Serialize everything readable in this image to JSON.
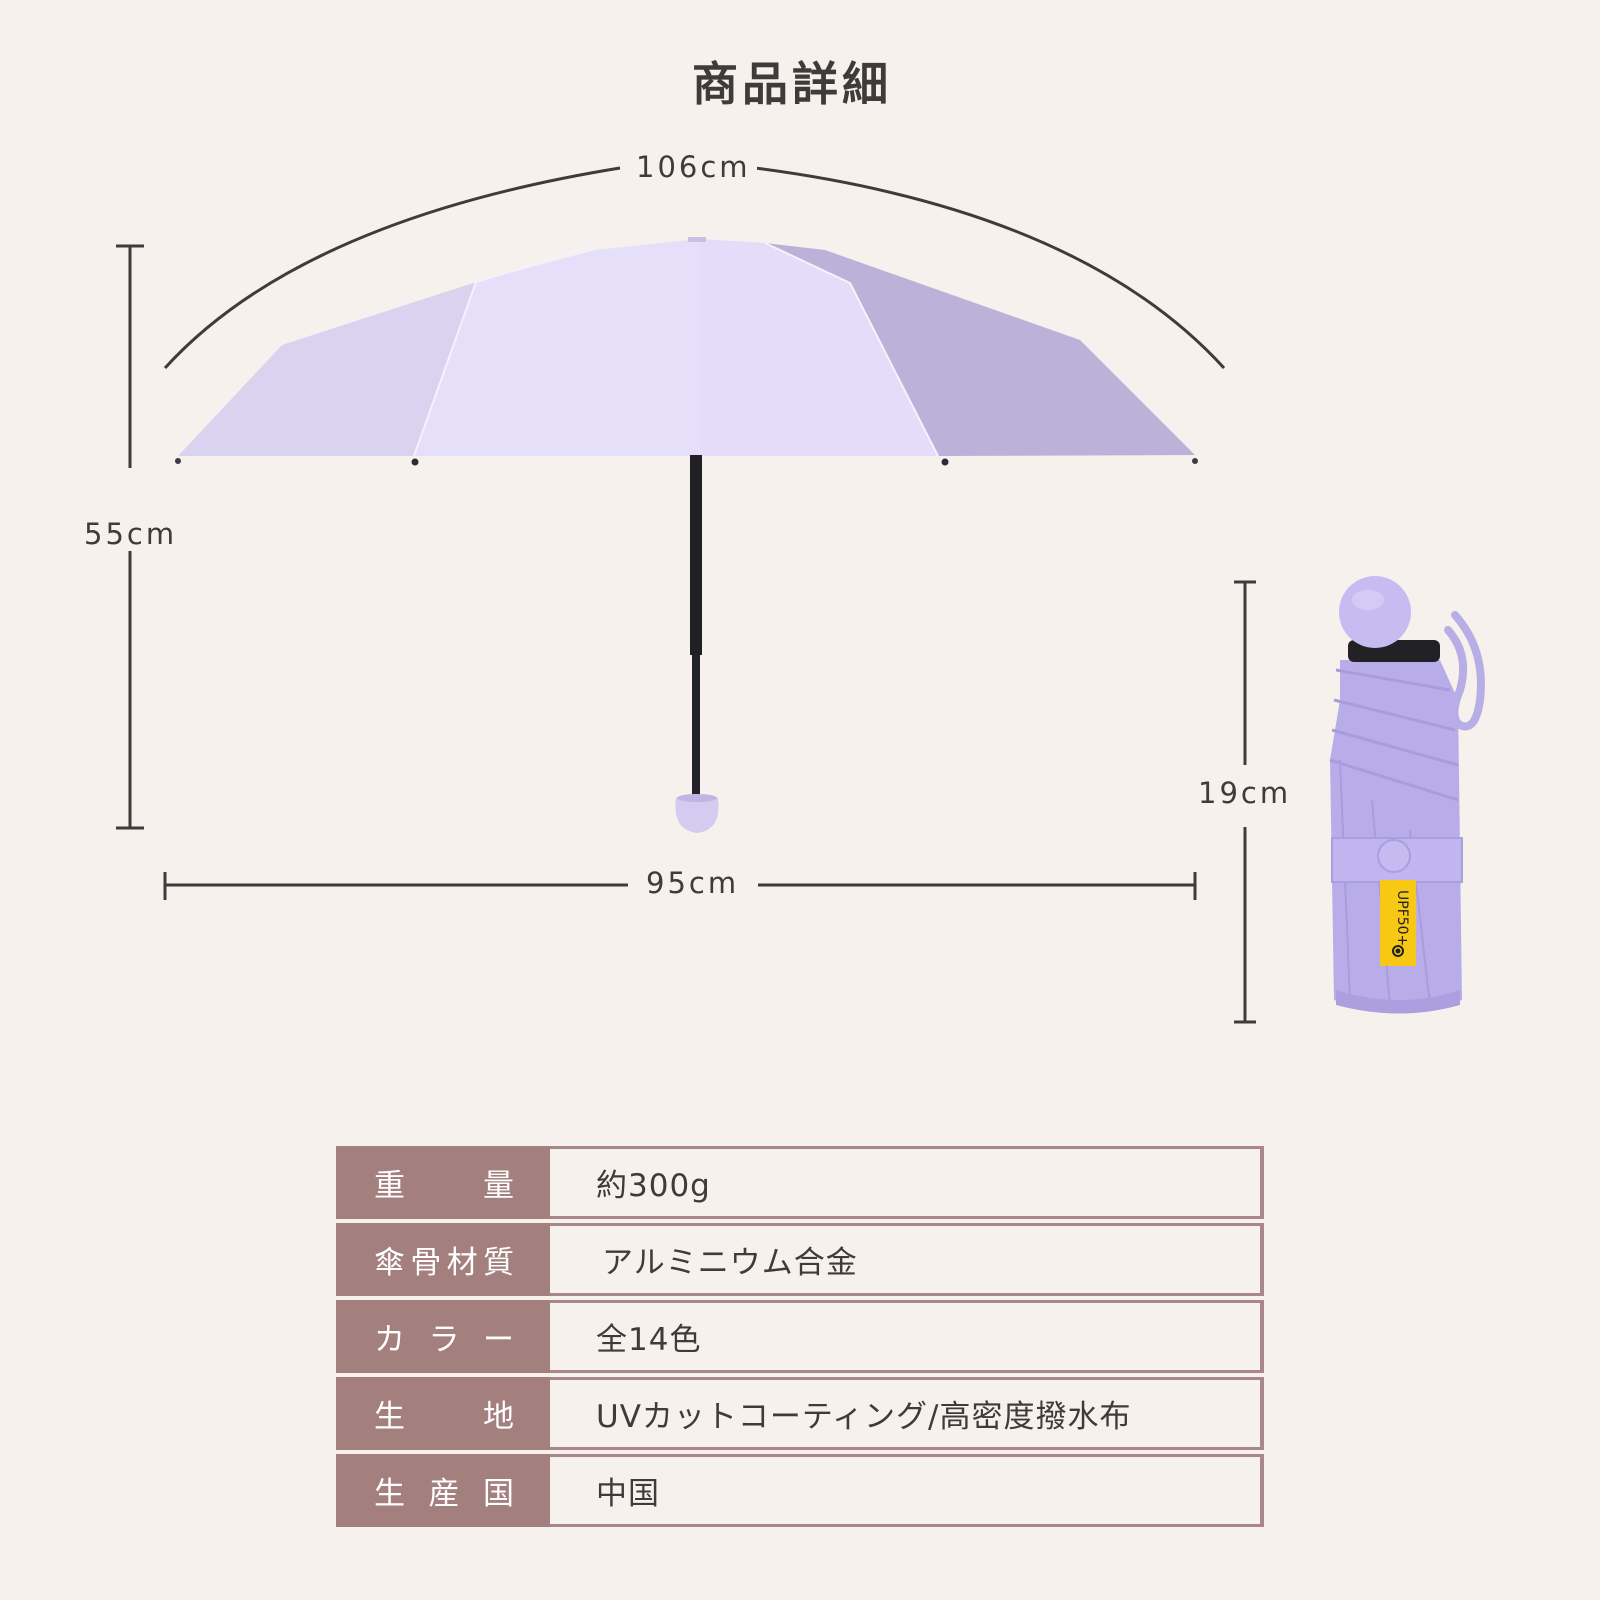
{
  "page": {
    "title": "商品詳細",
    "background_color": "#f6f1ec",
    "accent_color": "#a37f7e",
    "canopy_color": "#ddd6f3"
  },
  "dimensions": {
    "arc_length": "106cm",
    "height": "55cm",
    "width": "95cm",
    "folded_length": "19cm"
  },
  "folded_umbrella": {
    "tag_text": "UPF50+",
    "tag_color": "#f7c814"
  },
  "specs": {
    "rows": [
      {
        "label_chars": [
          "重",
          "量"
        ],
        "label": "重量",
        "value": "約300g"
      },
      {
        "label_chars": [
          "傘",
          "骨",
          "材",
          "質"
        ],
        "label": "傘骨材質",
        "value": "アルミニウム合金"
      },
      {
        "label_chars": [
          "カ",
          "ラ",
          "ー"
        ],
        "label": "カラー",
        "value": "全14色"
      },
      {
        "label_chars": [
          "生",
          "地"
        ],
        "label": "生地",
        "value": "UVカットコーティング/高密度撥水布"
      },
      {
        "label_chars": [
          "生",
          "産",
          "国"
        ],
        "label": "生産国",
        "value": "中国"
      }
    ]
  }
}
